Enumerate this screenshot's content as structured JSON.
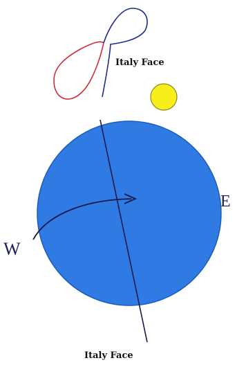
{
  "labels": {
    "top_label": "Italy Face",
    "bottom_label": "Italy Face",
    "west": "W",
    "east": "E"
  },
  "colors": {
    "background": "#ffffff",
    "earth": "#2f7be3",
    "earth_outline": "#1d5bb8",
    "sun": "#f7ee1a",
    "sun_outline": "#8a8a2a",
    "axis": "#14194e",
    "arrow": "#14194e",
    "analemma_red": "#d22a3a",
    "analemma_blue": "#1f2a8c",
    "text": "#111111"
  },
  "icons": {
    "analemma": "figure-eight-analemma",
    "sun": "sun-disc",
    "earth": "earth-globe",
    "rotation_arrow": "curved-arrow-west-to-east"
  }
}
